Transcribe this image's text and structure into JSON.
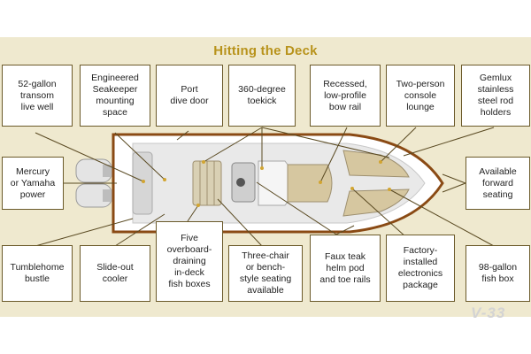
{
  "title": "Hitting the Deck",
  "watermark": "V-33",
  "callouts": {
    "transom_live_well": "52-gallon\ntransom\nlive well",
    "seakeeper": "Engineered\nSeakeeper\nmounting\nspace",
    "dive_door": "Port\ndive door",
    "toekick": "360-degree\ntoekick",
    "bow_rail": "Recessed,\nlow-profile\nbow rail",
    "console_lounge": "Two-person\nconsole\nlounge",
    "rod_holders": "Gemlux\nstainless\nsteel rod\nholders",
    "power": "Mercury\nor Yamaha\npower",
    "forward_seating": "Available\nforward\nseating",
    "bustle": "Tumblehome\nbustle",
    "cooler": "Slide-out\ncooler",
    "fish_boxes": "Five\noverboard-\ndraining\nin-deck\nfish boxes",
    "seating": "Three-chair\nor bench-\nstyle seating\navailable",
    "helm_pod": "Faux teak\nhelm pod\nand toe rails",
    "electronics": "Factory-\ninstalled\nelectronics\npackage",
    "fish_box_98": "98-gallon\nfish box"
  },
  "colors": {
    "panel": "#efe9cf",
    "title": "#b8931c",
    "box_border": "#6b5a2a",
    "leader": "#5a4a22",
    "hull_trim": "#8a4a14"
  }
}
